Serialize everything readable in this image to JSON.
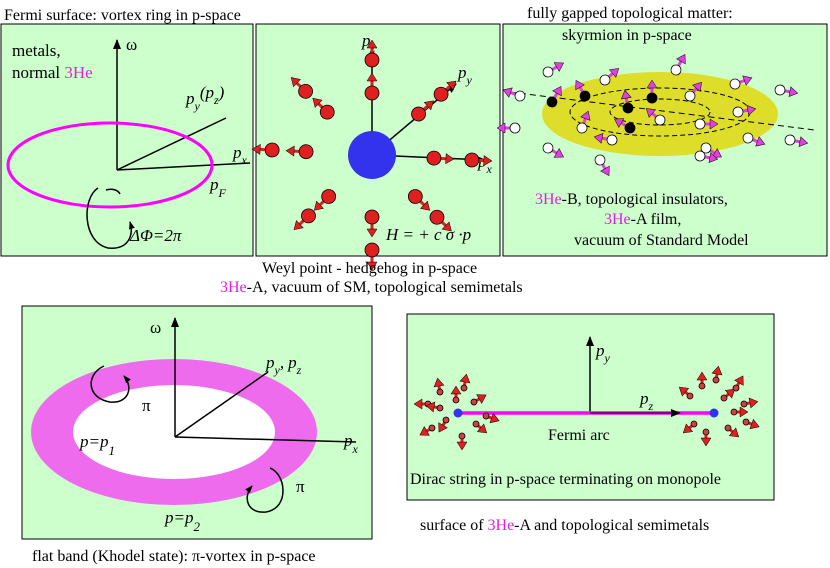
{
  "colors": {
    "panel_fill": "#ccffcc",
    "magenta": "#ff00ff",
    "ring_fill": "#ee6bee",
    "yellow": "#dede2a",
    "blue": "#3333ee",
    "red": "#e02020"
  },
  "panel1": {
    "title": "Fermi surface: vortex ring in p-space",
    "label_metals": "metals,",
    "label_normal": "normal ",
    "label_3he": "3He",
    "omega": "ω",
    "py": "p",
    "py_sub": "y",
    "pz_paren_open": "(p",
    "pz_sub": "z",
    "pz_paren_close": ")",
    "px": "p",
    "px_sub": "x",
    "pF": "p",
    "pF_sub": "F",
    "winding": "ΔΦ=2π"
  },
  "panel2": {
    "pz": "p",
    "pz_sub": "z",
    "py": "p",
    "py_sub": "y",
    "px": "p",
    "px_sub": "x",
    "hamiltonian": "H = + c σ ·p",
    "caption_line1": "Weyl point - hedgehog in p-space",
    "caption_3he": "3He",
    "caption_line2": "-A, vacuum of SM, topological semimetals"
  },
  "panel3": {
    "title_line1": "fully gapped topological matter:",
    "title_line2": "skyrmion in p-space",
    "label_3he_1": "3He",
    "label_line1": "-B, topological insulators,",
    "label_3he_2": "3He",
    "label_line2": "-A film,",
    "label_line3": "vacuum of Standard Model"
  },
  "panel4": {
    "omega": "ω",
    "py": "p",
    "py_sub": "y",
    "comma": ",",
    "pz": "p",
    "pz_sub": "z",
    "px": "p",
    "px_sub": "x",
    "pi_top": "π",
    "pi_bottom": "π",
    "p1_prefix": "p=p",
    "p1_sub": "1",
    "p2_prefix": "p=p",
    "p2_sub": "2",
    "caption": "flat band (Khodel state): π-vortex in p-space"
  },
  "panel5": {
    "py": "p",
    "py_sub": "y",
    "pz": "p",
    "pz_sub": "z",
    "fermi_arc": "Fermi arc",
    "dirac_string": "Dirac string in p-space terminating on monopole",
    "caption_prefix": "surface of ",
    "caption_3he": "3He",
    "caption_suffix": "-A and topological semimetals"
  }
}
